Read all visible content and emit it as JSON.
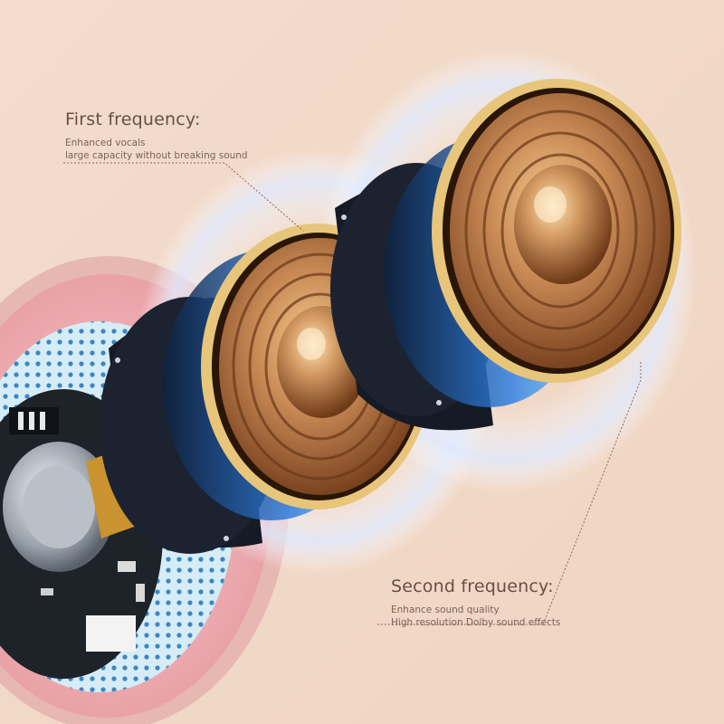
{
  "callouts": {
    "first": {
      "title": "First frequency:",
      "lines": [
        "Enhanced vocals",
        "large capacity without breaking sound"
      ]
    },
    "second": {
      "title": "Second frequency:",
      "lines": [
        "Enhance sound quality",
        "High resolution Dolby sound effects"
      ]
    }
  },
  "colors": {
    "background": "#f1d9c8",
    "copper": "#c98a55",
    "gold_ring": "#e7c57a",
    "blue_glow": "#2f7fe0",
    "driver_frame": "#1c2230",
    "earbud_pink": "#f2b3b7",
    "mesh_blue": "#cfe6f2"
  },
  "icons": {
    "speaker_driver": "speaker-driver-icon"
  }
}
